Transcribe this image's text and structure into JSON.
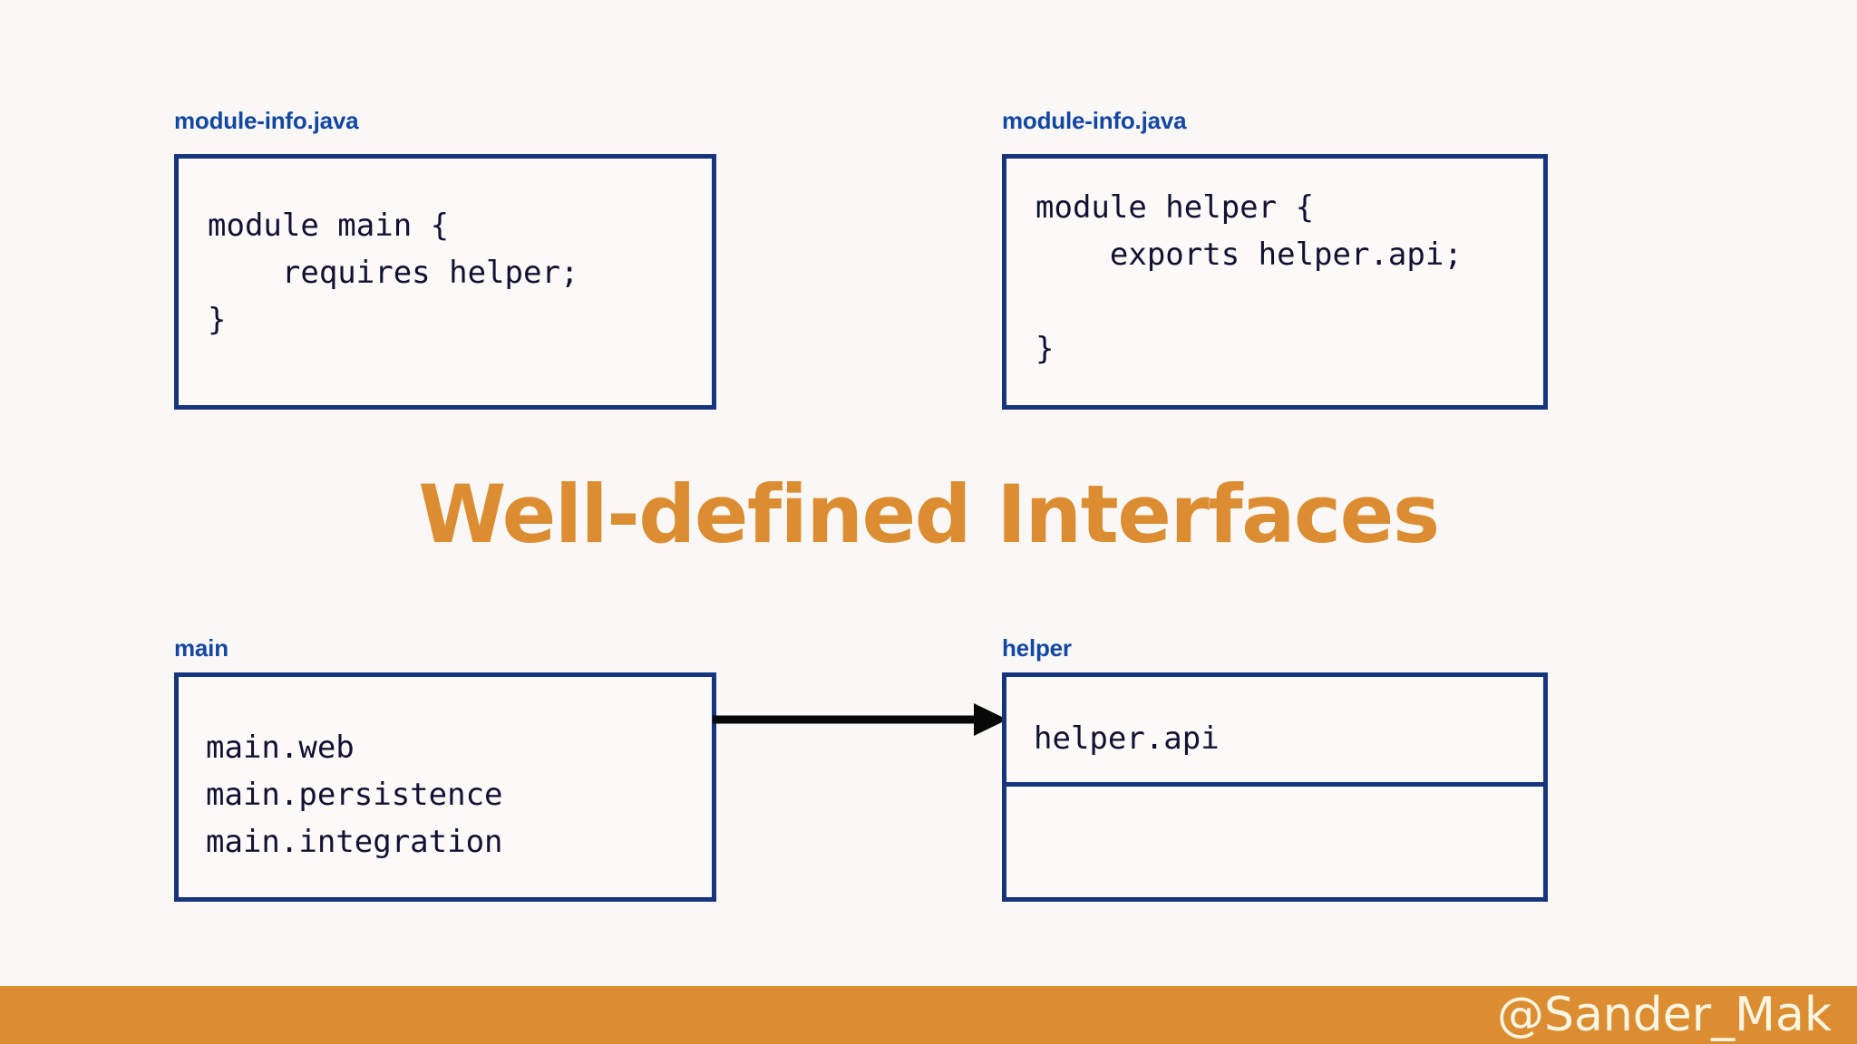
{
  "slide": {
    "title": "Well-defined Interfaces",
    "background_color": "#f9f8f6",
    "accent_color": "#dd8d31",
    "border_color": "#17357f",
    "label_color": "#1347a4",
    "code_color": "#121133"
  },
  "top_left": {
    "label": "module-info.java",
    "code": "module main {\n    requires helper;\n}"
  },
  "top_right": {
    "label": "module-info.java",
    "code": "module helper {\n    exports helper.api;\n\n}"
  },
  "bottom_left": {
    "label": "main",
    "packages": "main.web\nmain.persistence\nmain.integration"
  },
  "bottom_right": {
    "label": "helper",
    "exported_packages": "helper.api",
    "internal_packages": ""
  },
  "arrow": {
    "name": "requires-arrow",
    "from": "main",
    "to": "helper"
  },
  "footer": {
    "handle": "@Sander_Mak"
  }
}
